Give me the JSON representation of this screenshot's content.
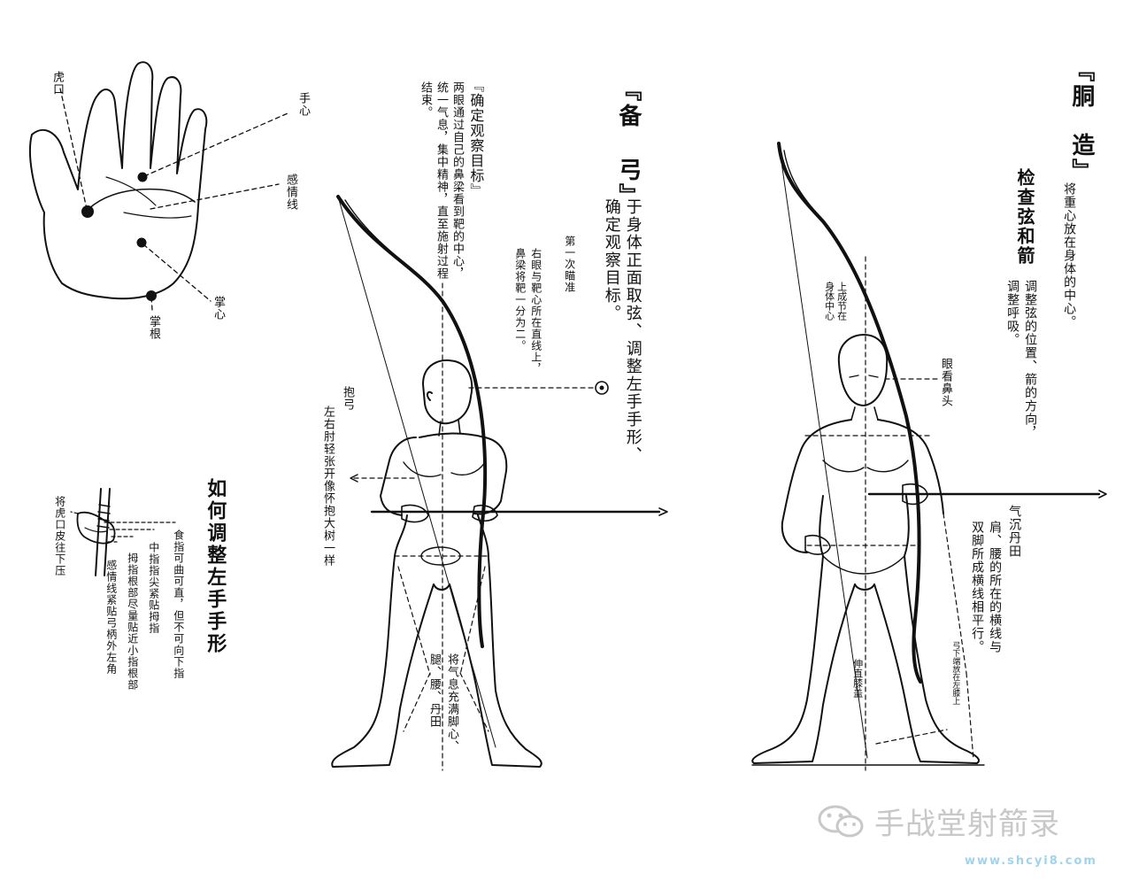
{
  "palm": {
    "hukou": "虎口",
    "shouxin": "手心",
    "ganqingxian": "感情线",
    "zhangxin": "掌心",
    "zhanggen": "掌根"
  },
  "grip": {
    "title": "如何调整左手手形",
    "c1": "将虎口皮往下压",
    "c2": "感情线紧贴弓柄外左角",
    "c3": "拇指根部尽量贴近小指根部",
    "c4": "中指指尖紧贴拇指",
    "c5": "食指可曲可直，但不可向下指"
  },
  "section1": {
    "title_top": "『备",
    "title_bottom": "弓』",
    "desc": [
      "于身体正面取弦、调整左手手形、",
      "确定观察目标。"
    ],
    "subtitle": "『确定观察目标』",
    "body": [
      "两眼通过自己的鼻梁看到靶的中心，",
      "统一气息，集中精神，直至施射过程",
      "结束。"
    ],
    "aim_title": "第一次瞄准",
    "aim_body": [
      "右眼与靶心所在直线上，",
      "鼻梁将靶一分为二。"
    ],
    "baogong": "抱弓",
    "baogong_desc": "左右肘轻张开像怀抱大树一样",
    "qixi": [
      "将气息充满脚心、",
      "腿、腰、丹田"
    ]
  },
  "section2": {
    "title_top": "『胴",
    "title_bottom": "造』",
    "desc": "将重心放在身体的中心。",
    "check_title": [
      "检查弦和箭"
    ],
    "check_body": [
      "调整弦的位置、箭的方向，",
      "调整呼吸。"
    ],
    "upper_body": [
      "上成节在",
      "身体中心"
    ],
    "eye_nose": "眼看鼻头",
    "qichen": "气沉丹田",
    "shoulder_waist": [
      "肩、腰的所在的横线与",
      "双脚所成横线相平行。"
    ],
    "knee": "伸直膝盖",
    "bow_knee": "弓下端放在左膝上"
  },
  "watermark": {
    "text": "手战堂射箭录",
    "site": "www.shcyi8.com"
  },
  "colors": {
    "ink": "#111111",
    "watermark": "#c8c8c8",
    "site": "#9fd4ec"
  }
}
